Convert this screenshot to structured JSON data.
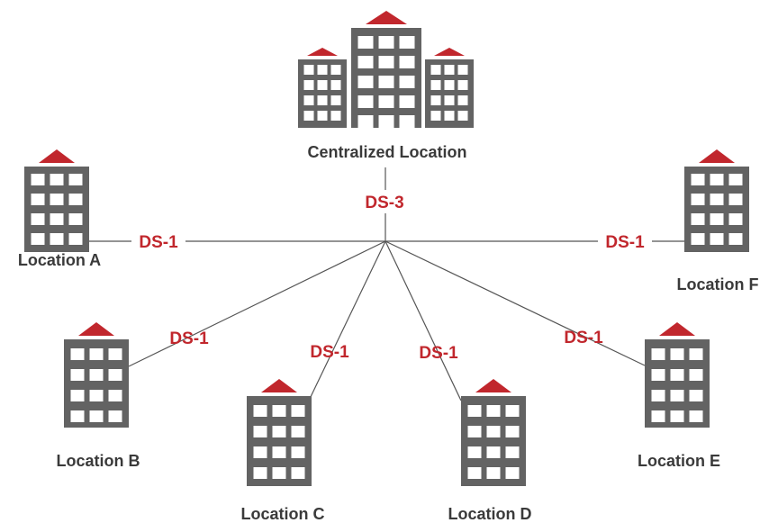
{
  "colors": {
    "building": "#636363",
    "window": "#ffffff",
    "roof": "#c1272d",
    "link_label": "#c1272d",
    "line": "#555555",
    "label": "#3a3a3a"
  },
  "central": {
    "label": "Centralized Location",
    "icon": "office-complex-icon",
    "uplink_label": "DS-3"
  },
  "locations": [
    {
      "id": "a",
      "label": "Location A",
      "link_label": "DS-1",
      "icon": "office-building-icon"
    },
    {
      "id": "b",
      "label": "Location B",
      "link_label": "DS-1",
      "icon": "office-building-icon"
    },
    {
      "id": "c",
      "label": "Location C",
      "link_label": "DS-1",
      "icon": "office-building-icon"
    },
    {
      "id": "d",
      "label": "Location D",
      "link_label": "DS-1",
      "icon": "office-building-icon"
    },
    {
      "id": "e",
      "label": "Location E",
      "link_label": "DS-1",
      "icon": "office-building-icon"
    },
    {
      "id": "f",
      "label": "Location F",
      "link_label": "DS-1",
      "icon": "office-building-icon"
    }
  ]
}
